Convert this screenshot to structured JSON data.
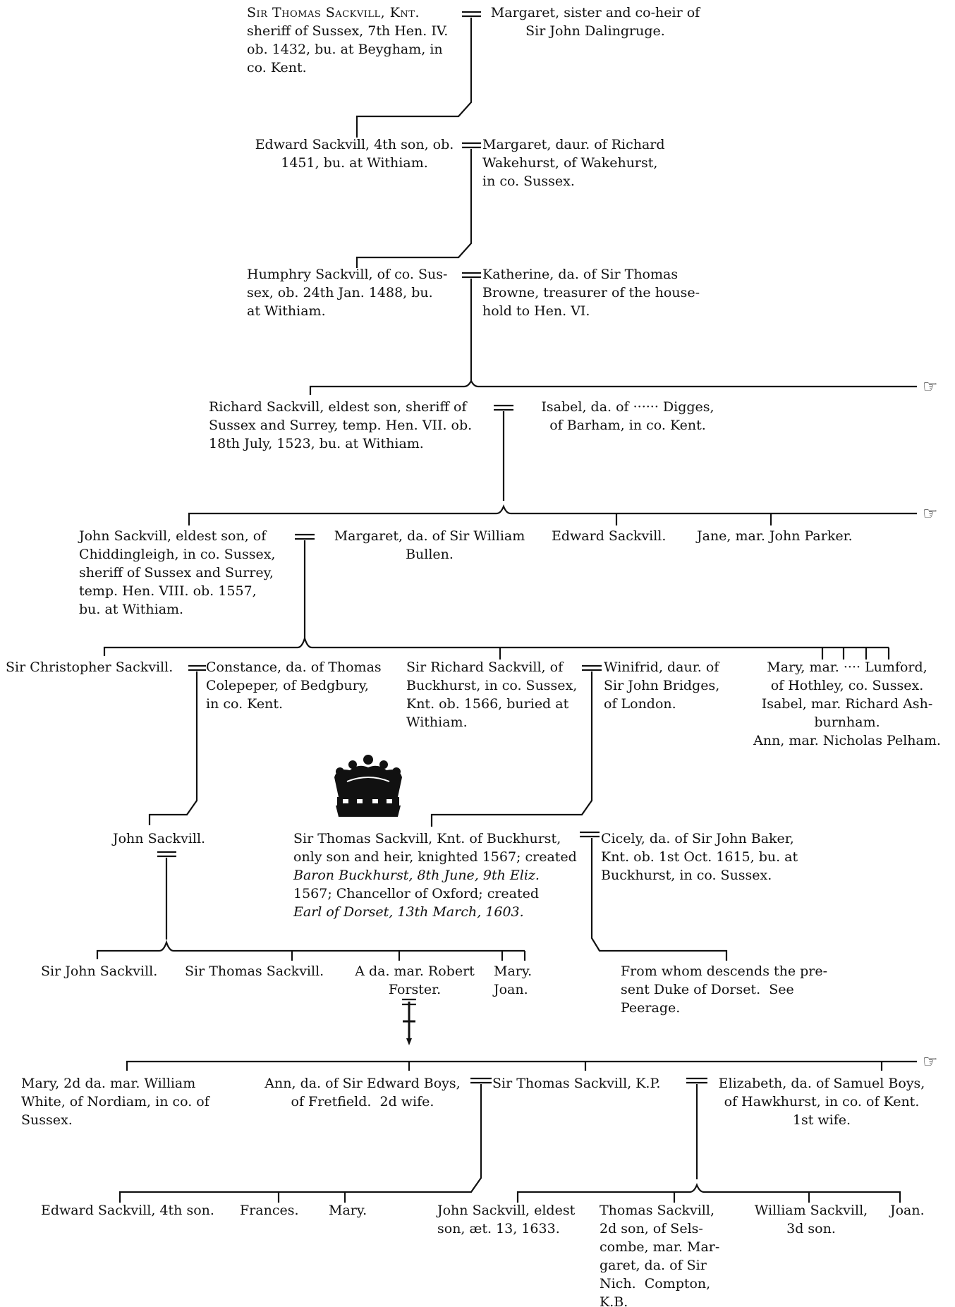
{
  "gen1": {
    "sir_thomas": [
      "Sir Thomas Sackvill, Knt.",
      "sheriff of Sussex, 7th Hen. IV.",
      "ob. 1432, bu. at Beygham, in",
      "co. Kent."
    ],
    "margaret": [
      "Margaret, sister and co-heir of",
      "Sir John Dalingruge."
    ]
  },
  "gen2": {
    "edward": [
      "Edward Sackvill, 4th son, ob.",
      "1451, bu. at Withiam."
    ],
    "margaret": [
      "Margaret, daur. of Richard",
      "Wakehurst, of Wakehurst,",
      "in co. Sussex."
    ]
  },
  "gen3": {
    "humphry": [
      "Humphry Sackvill, of co. Sus-",
      "sex, ob. 24th Jan. 1488, bu.",
      "at Withiam."
    ],
    "katherine": [
      "Katherine, da. of Sir Thomas",
      "Browne, treasurer of the house-",
      "hold to Hen. VI."
    ]
  },
  "gen4": {
    "richard": [
      "Richard Sackvill, eldest son, sheriff of",
      "Sussex and Surrey, temp. Hen. VII. ob.",
      "18th July, 1523, bu. at Withiam."
    ],
    "isabel": [
      "Isabel, da. of ······ Digges,",
      "of Barham, in co. Kent."
    ]
  },
  "gen5": {
    "john": [
      "John Sackvill, eldest son, of",
      "Chiddingleigh, in co. Sussex,",
      "sheriff of Sussex and Surrey,",
      "temp. Hen. VIII. ob. 1557,",
      "bu. at Withiam."
    ],
    "margaret": [
      "Margaret, da. of Sir William",
      "Bullen."
    ],
    "edward": "Edward Sackvill.",
    "jane": "Jane, mar. John Parker."
  },
  "gen6": {
    "christopher": "Sir Christopher Sackvill.",
    "constance": [
      "Constance, da. of Thomas",
      "Colepeper, of Bedgbury,",
      "in co. Kent."
    ],
    "sir_richard": [
      "Sir Richard Sackvill, of",
      "Buckhurst, in co. Sussex,",
      "Knt. ob. 1566, buried at",
      "Withiam."
    ],
    "winifrid": [
      "Winifrid, daur. of",
      "Sir John Bridges,",
      "of London."
    ],
    "sisters": [
      "Mary, mar. ···· Lumford,",
      "of Hothley, co. Sussex.",
      "Isabel, mar. Richard Ash-",
      "burnham.",
      "Ann, mar. Nicholas Pelham."
    ]
  },
  "gen7": {
    "john": "John Sackvill.",
    "sir_thomas": [
      "Sir Thomas Sackvill, Knt. of Buckhurst,",
      "only son and heir, knighted 1567; created",
      "Baron Buckhurst, 8th June, 9th Eliz.",
      "1567; Chancellor of Oxford; created",
      "Earl of Dorset, 13th March, 1603."
    ],
    "cicely": [
      "Cicely, da. of Sir John Baker,",
      "Knt. ob. 1st Oct. 1615, bu. at",
      "Buckhurst, in co. Sussex."
    ]
  },
  "gen8": {
    "sir_john": "Sir John Sackvill.",
    "sir_thomas": "Sir Thomas Sackvill.",
    "a_da": [
      "A da. mar. Robert",
      "Forster."
    ],
    "mary_joan": [
      "Mary.",
      "Joan."
    ],
    "descends": [
      "From whom descends the pre-",
      "sent Duke of Dorset.  See",
      "Peerage."
    ]
  },
  "gen9": {
    "mary": [
      "Mary, 2d da. mar. William",
      "White, of Nordiam, in co. of",
      "Sussex."
    ],
    "ann": [
      "Ann, da. of Sir Edward Boys,",
      "of Fretfield.  2d wife."
    ],
    "sir_thomas": "Sir Thomas Sackvill, K.P.",
    "elizabeth": [
      "Elizabeth, da. of Samuel Boys,",
      "of Hawkhurst, in co. of Kent.",
      "1st wife."
    ]
  },
  "gen10": {
    "edward": "Edward Sackvill, 4th son.",
    "frances": "Frances.",
    "mary": "Mary.",
    "john": [
      "John Sackvill, eldest",
      "son, æt. 13, 1633."
    ],
    "thomas": [
      "Thomas Sackvill,",
      "2d son, of Sels-",
      "combe, mar. Mar-",
      "garet, da. of Sir",
      "Nich.  Compton,",
      "K.B."
    ],
    "william": [
      "William Sackvill,",
      "3d son."
    ],
    "joan": "Joan."
  },
  "marriage_sign": "=",
  "pointer_glyph": "☞"
}
